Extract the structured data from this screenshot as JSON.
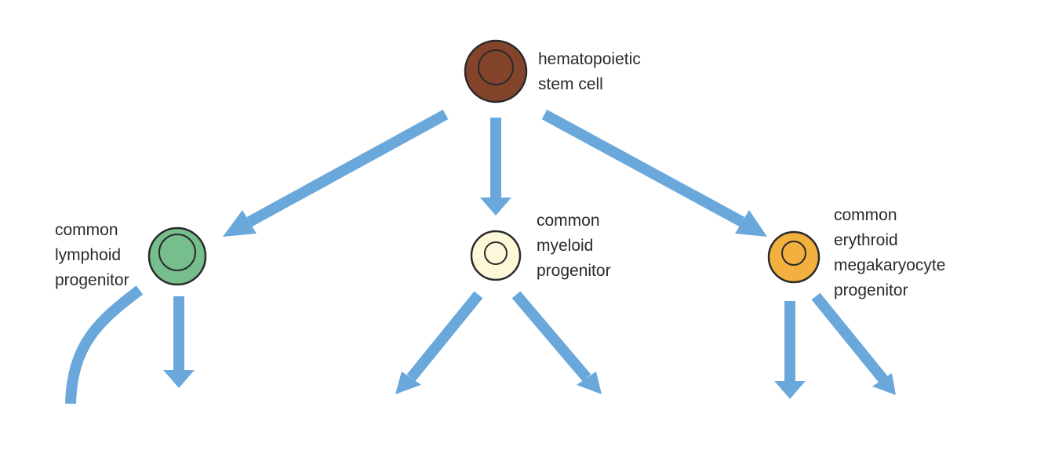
{
  "colors": {
    "arrow": "#6aa8dc",
    "outline": "#2a2a2a",
    "hsc_fill": "#84442b",
    "clp_fill": "#76bf8d",
    "cmp_fill": "#fdf9d8",
    "cemp_fill": "#f2b13f"
  },
  "cells": {
    "hsc": {
      "line1": "hematopoietic",
      "line2": "stem cell"
    },
    "clp": {
      "line1": "common",
      "line2": "lymphoid",
      "line3": "progenitor"
    },
    "cmp": {
      "line1": "common",
      "line2": "myeloid",
      "line3": "progenitor"
    },
    "cemp": {
      "line1": "common",
      "line2": "erythroid",
      "line3": "megakaryocyte",
      "line4": "progenitor"
    }
  }
}
